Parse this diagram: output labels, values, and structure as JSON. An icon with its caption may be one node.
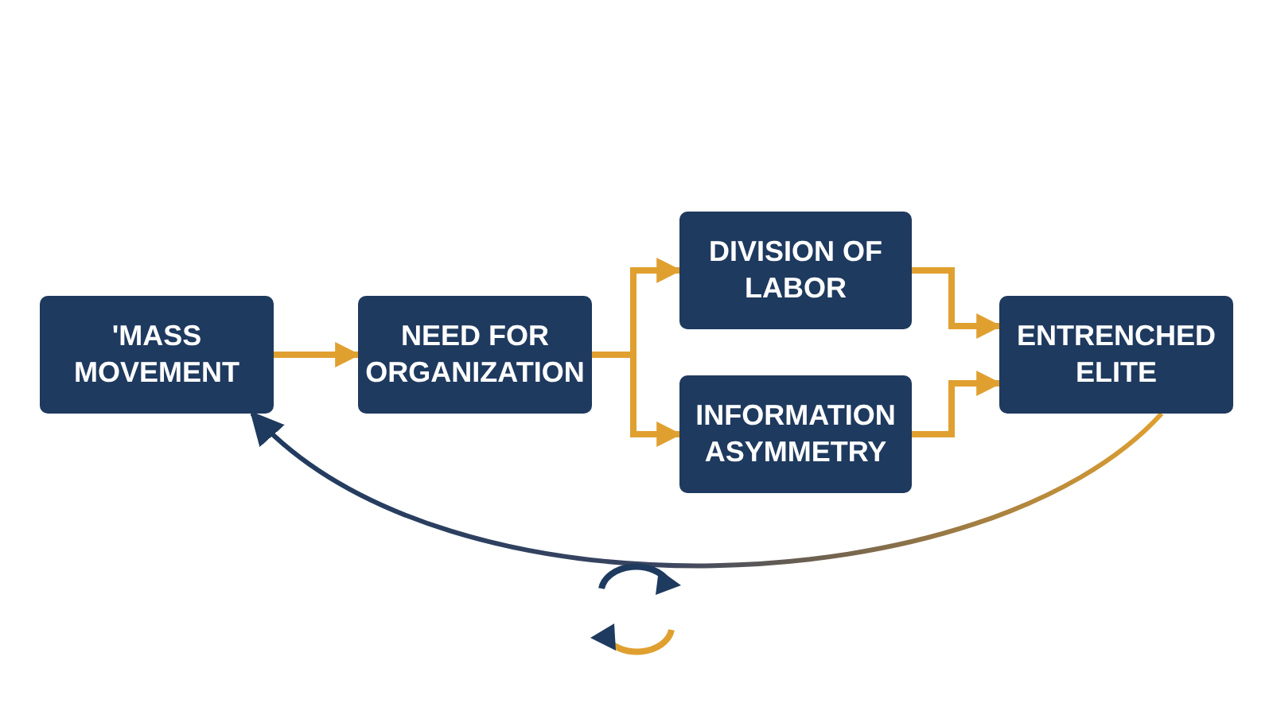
{
  "diagram": {
    "nodes": [
      {
        "text": [
          "'MASS MOVEMENT"
        ]
      },
      {
        "text": [
          "NEED FOR ORGANIZATION"
        ]
      },
      {
        "text": [
          "DIVISION OF LABOR"
        ]
      },
      {
        "text": [
          "INFORMATION ASYMMETRY"
        ]
      },
      {
        "text": [
          "ENTRENCHED ELITE"
        ]
      }
    ],
    "edges": [
      {
        "from": 0,
        "to": 1,
        "arrow": "to"
      },
      {
        "from": 1,
        "to": 2,
        "arrow": "to"
      },
      {
        "from": 1,
        "to": 3,
        "arrow": "to"
      },
      {
        "from": 2,
        "to": 4,
        "arrow": "to"
      },
      {
        "from": 3,
        "to": 4,
        "arrow": "to"
      },
      {
        "from": 4,
        "to": 0,
        "arrow": "to"
      }
    ]
  }
}
